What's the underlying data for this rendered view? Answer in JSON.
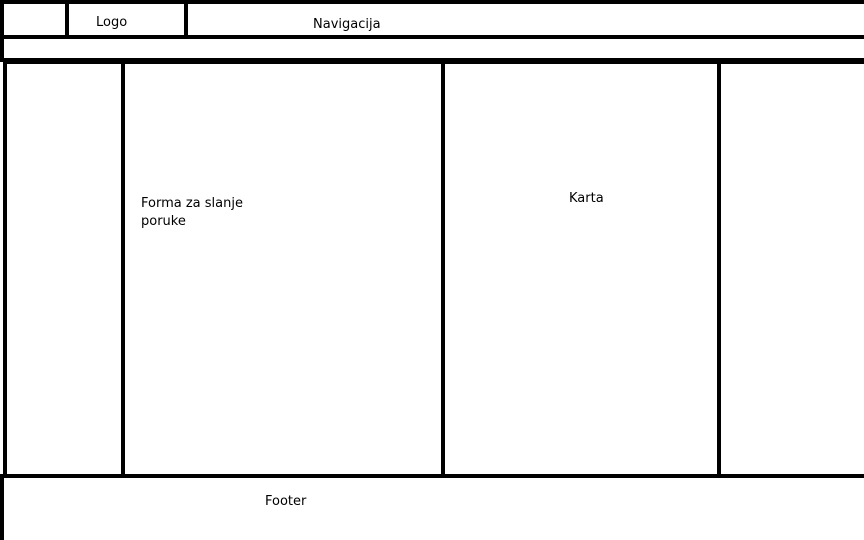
{
  "header": {
    "logo_label": "Logo",
    "nav_label": "Navigacija"
  },
  "main": {
    "form_label": "Forma za slanje poruke",
    "map_label": "Karta"
  },
  "footer": {
    "label": "Footer"
  }
}
